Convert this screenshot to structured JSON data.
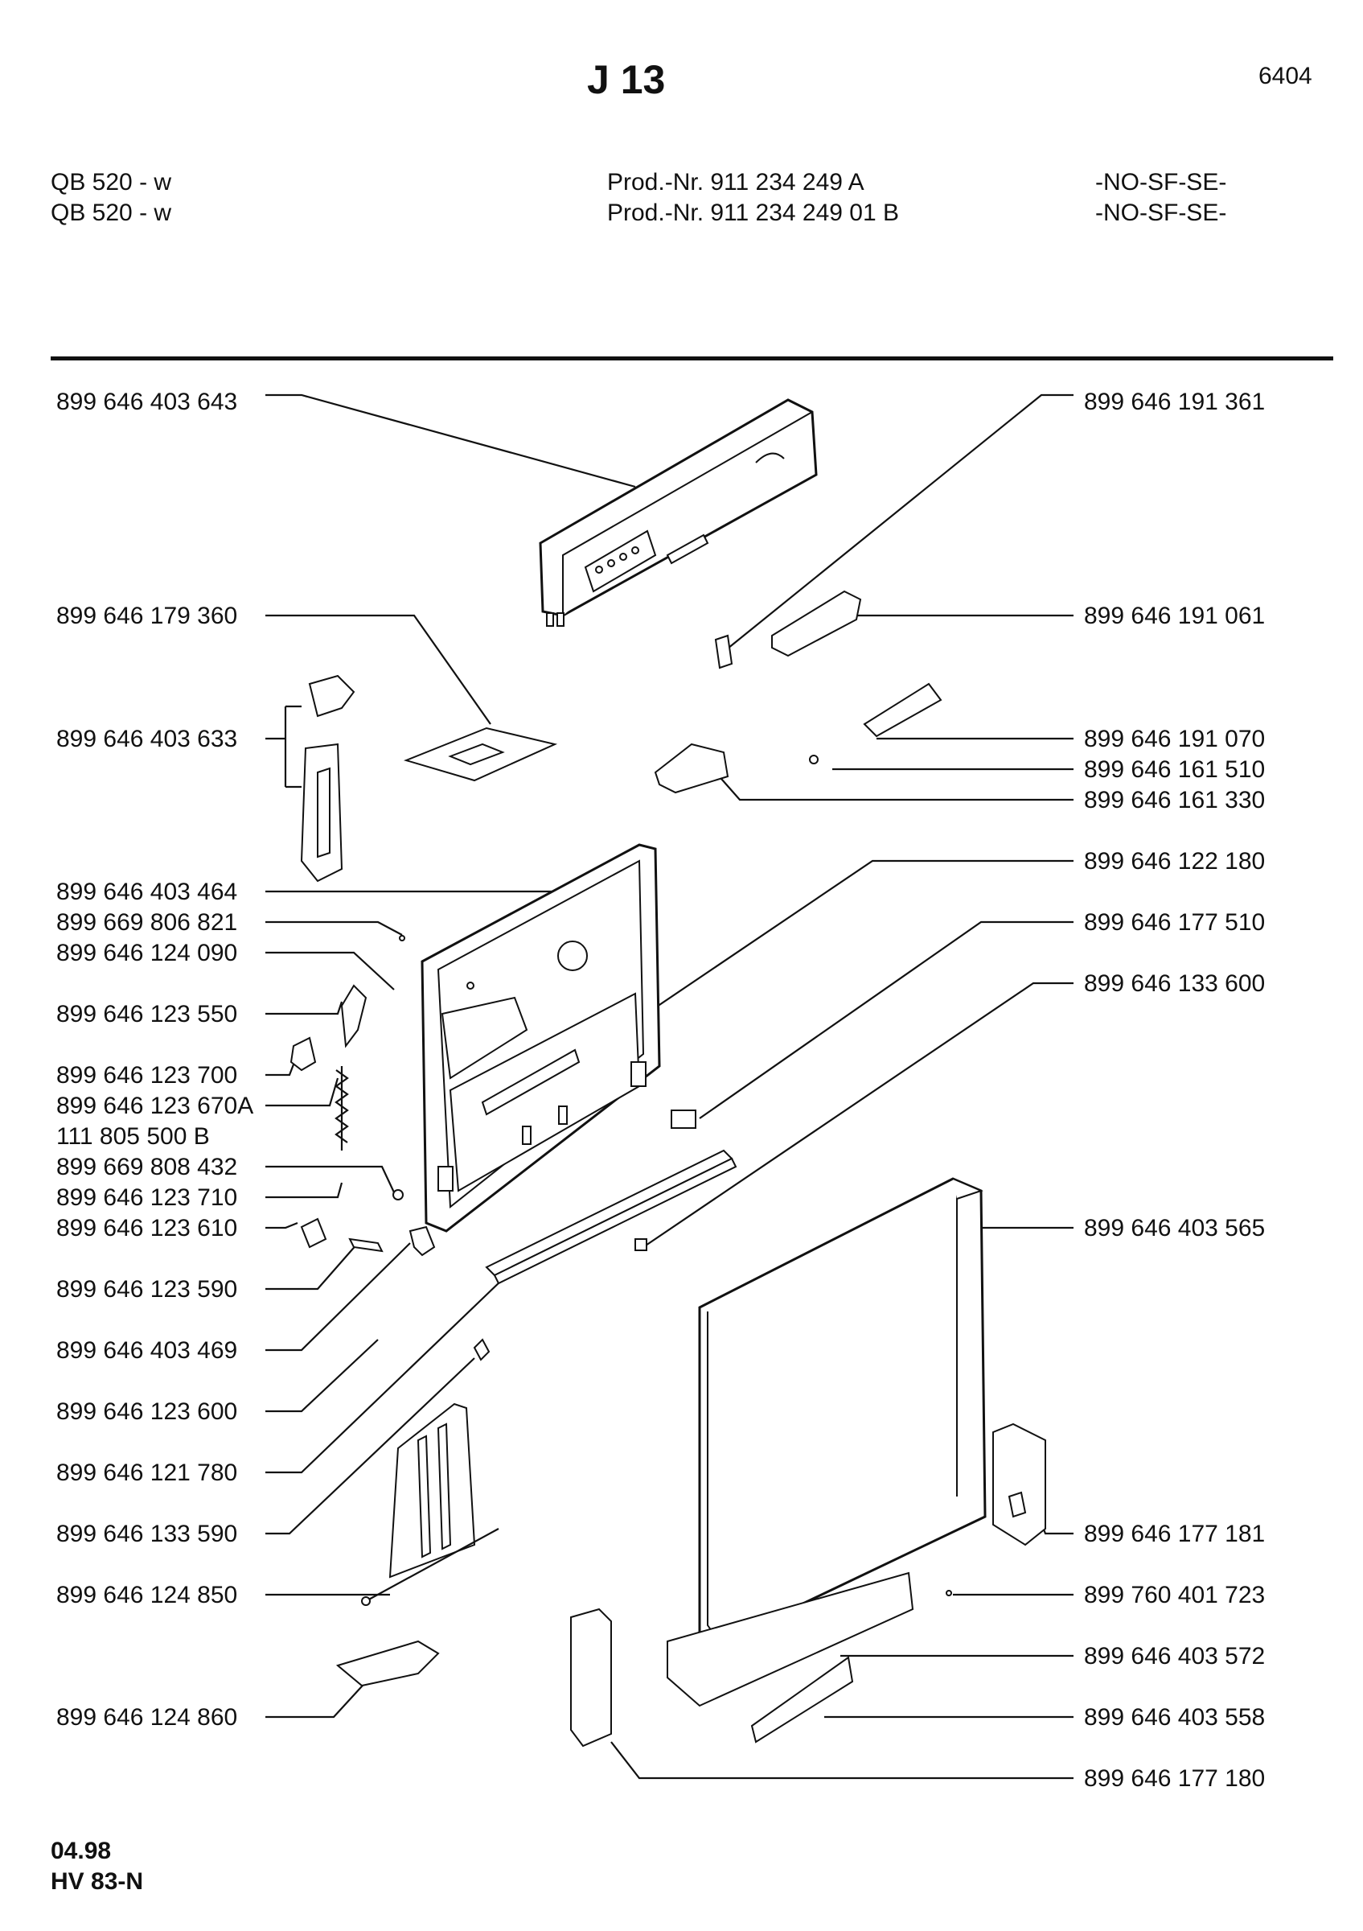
{
  "title": "J 13",
  "page_number": "6404",
  "models": [
    {
      "model": "QB 520 - w",
      "prod": "Prod.-Nr. 911 234 249 A",
      "code": "-NO-SF-SE-"
    },
    {
      "model": "QB 520 - w",
      "prod": "Prod.-Nr. 911 234 249 01 B",
      "code": "-NO-SF-SE-"
    }
  ],
  "parts_left": [
    "899 646 403 643",
    "899 646 179 360",
    "899 646 403 633",
    "899 646 403 464",
    "899 669 806 821",
    "899 646 124 090",
    "899 646 123 550",
    "899 646 123 700",
    "899 646 123 670A",
    "111 805 500 B",
    "899 669 808 432",
    "899 646 123 710",
    "899 646 123 610",
    "899 646 123 590",
    "899 646 403 469",
    "899 646 123 600",
    "899 646 121 780",
    "899 646 133 590",
    "899 646 124 850",
    "899 646 124 860"
  ],
  "parts_right": [
    "899 646 191 361",
    "899 646 191 061",
    "899 646 191 070",
    "899 646 161 510",
    "899 646 161 330",
    "899 646 122 180",
    "899 646 177 510",
    "899 646 133 600",
    "899 646 403 565",
    "899 646 177 181",
    "899 760 401 723",
    "899 646 403 572",
    "899 646 403 558",
    "899 646 177 180"
  ],
  "footer": {
    "date": "04.98",
    "doc_code": "HV 83-N"
  }
}
